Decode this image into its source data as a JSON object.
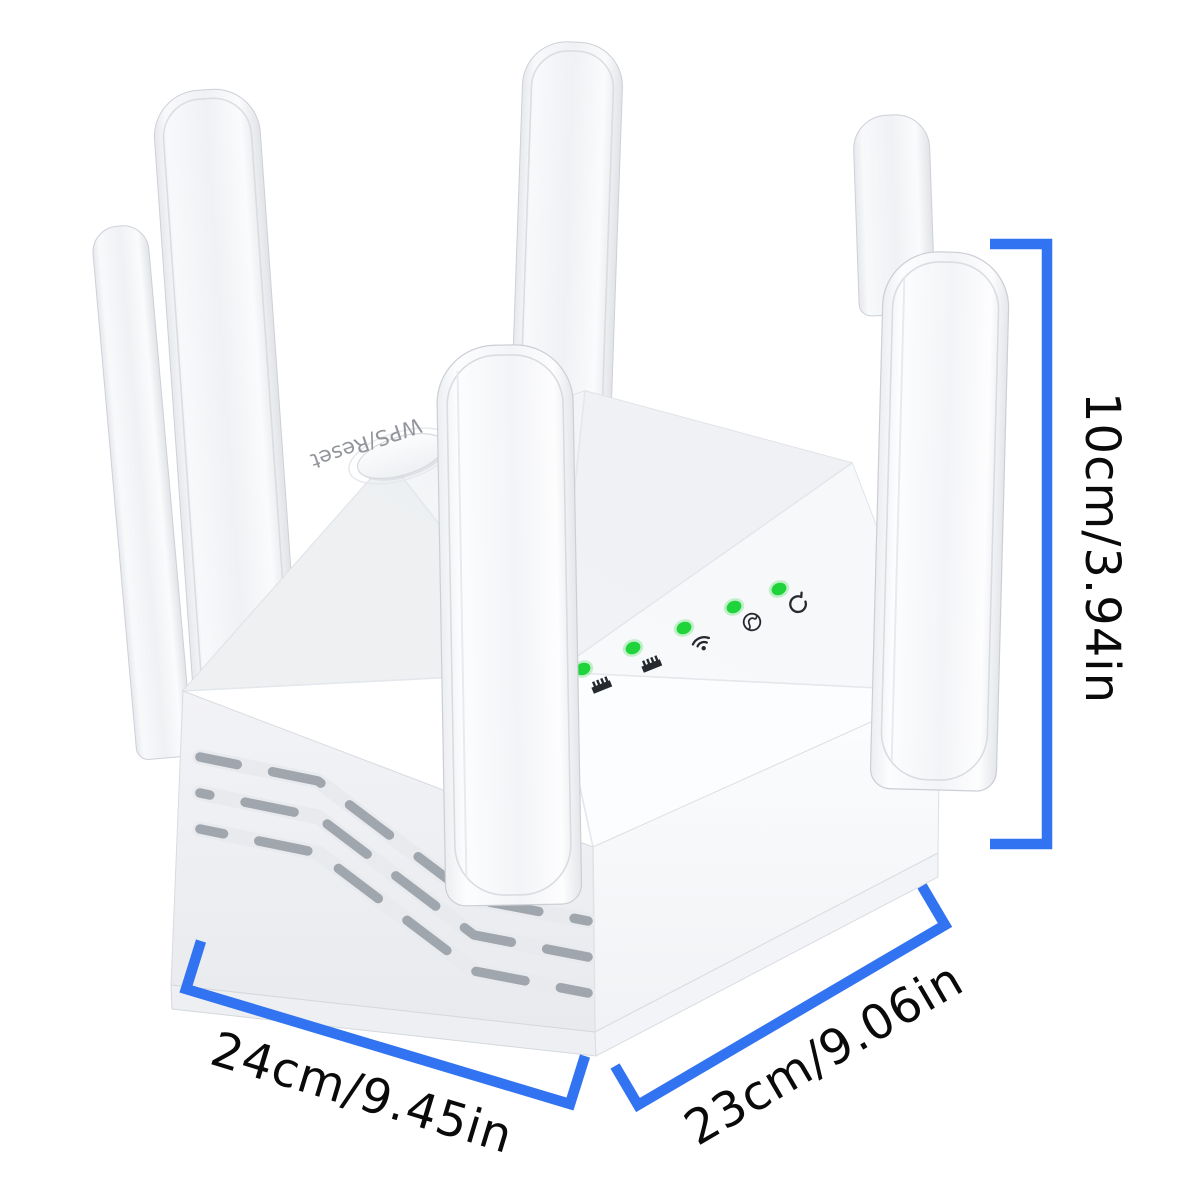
{
  "scene": {
    "background_color": "#ffffff"
  },
  "device": {
    "button_label": "WPS/Reset",
    "antenna_count": 6,
    "status_lights": {
      "color": "#1FD33B",
      "icon_color": "#26292E",
      "items": [
        {
          "icon": "ethernet-port-icon"
        },
        {
          "icon": "ethernet-port-icon"
        },
        {
          "icon": "wifi-signal-icon"
        },
        {
          "icon": "globe-icon"
        },
        {
          "icon": "refresh-arrow-icon"
        }
      ]
    }
  },
  "annotations": {
    "line_color": "#3273F1",
    "label_color": "#0A0A0B",
    "height_label": "10cm/3.94in",
    "width_label": "24cm/9.45in",
    "depth_label": "23cm/9.06in"
  }
}
